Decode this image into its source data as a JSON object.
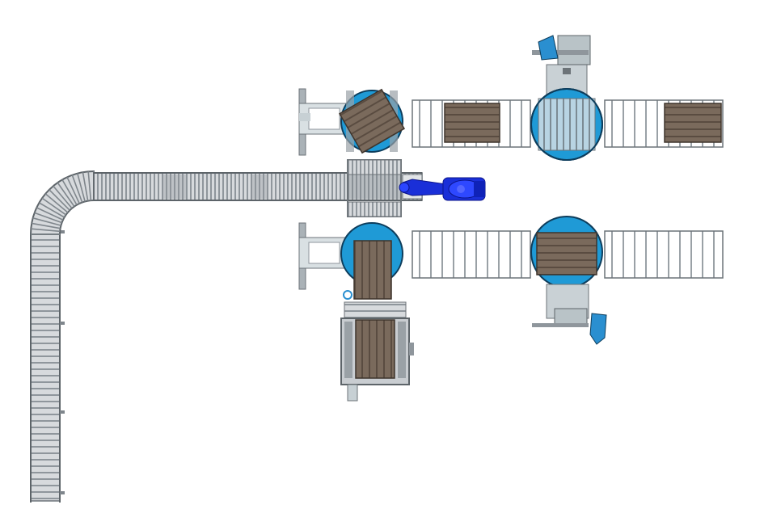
{
  "scene": {
    "type": "palletizing-line-layout",
    "colors": {
      "background": "#ffffff",
      "roller": "#c9cdd1",
      "roller_dark": "#8f969c",
      "frame": "#7f868c",
      "turntable": "#1f9ad6",
      "pallet": "#7a6a5c",
      "pallet_slat": "#5f5146",
      "robot": "#1a2fd8",
      "machine": "#b9c3c7",
      "accent_blue": "#2a8fd0"
    },
    "components": [
      {
        "kind": "curved-roller-conveyor",
        "name": "infeed-conveyor"
      },
      {
        "kind": "straight-roller-conveyor",
        "name": "main-conveyor"
      },
      {
        "kind": "robot-arm",
        "name": "palletizing-robot"
      },
      {
        "kind": "turntable",
        "name": "turntable-upper-left",
        "carries_pallet": true
      },
      {
        "kind": "turntable",
        "name": "turntable-upper-right",
        "carries_pallet": false
      },
      {
        "kind": "turntable",
        "name": "turntable-lower-left",
        "carries_pallet": true
      },
      {
        "kind": "turntable",
        "name": "turntable-lower-right",
        "carries_pallet": true
      },
      {
        "kind": "pallet-dispenser",
        "name": "pallet-dispenser"
      },
      {
        "kind": "wrapping-station",
        "name": "wrapping-station-upper"
      },
      {
        "kind": "wrapping-station",
        "name": "wrapping-station-lower"
      }
    ]
  }
}
